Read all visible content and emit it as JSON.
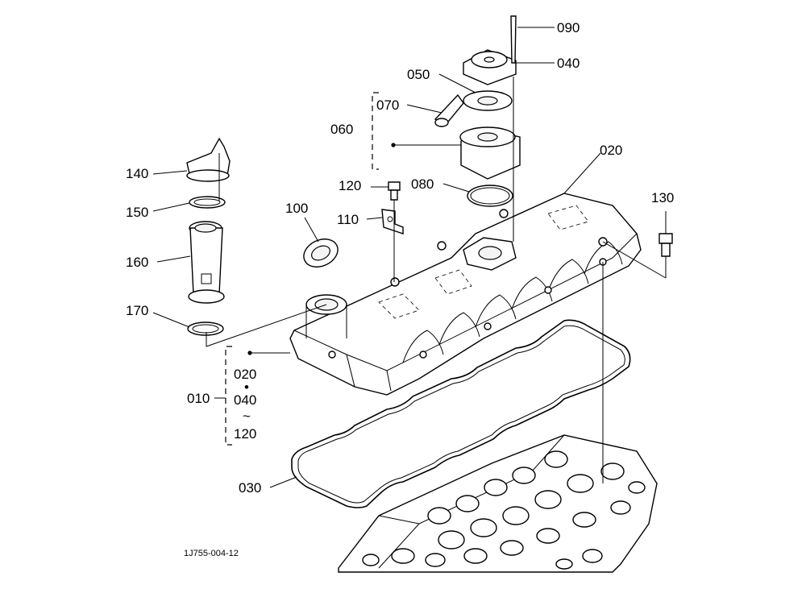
{
  "figure_code": "1J755-004-12",
  "labels": {
    "p090": "090",
    "p040": "040",
    "p050": "050",
    "p070": "070",
    "p060": "060",
    "p020": "020",
    "p140": "140",
    "p120": "120",
    "p080": "080",
    "p130": "130",
    "p150": "150",
    "p100": "100",
    "p110": "110",
    "p160": "160",
    "p170": "170",
    "p010": "010",
    "p030": "030"
  },
  "group_010": {
    "first": "020",
    "sep1": "•",
    "second": "040",
    "sep2": "~",
    "third": "120"
  }
}
